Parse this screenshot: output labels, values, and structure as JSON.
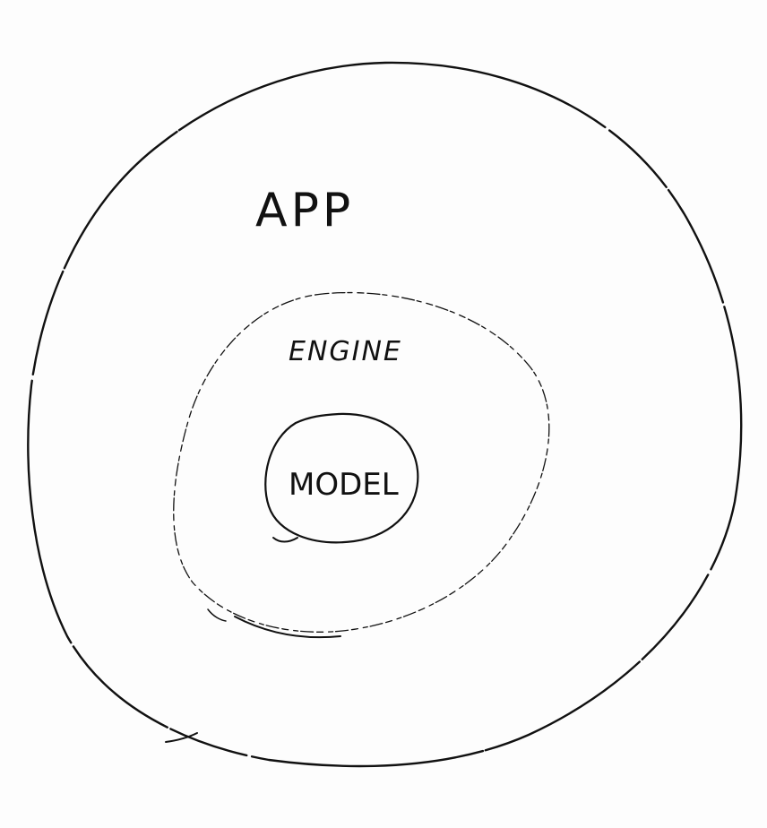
{
  "diagram": {
    "layers": [
      {
        "id": "outer",
        "label": "APP"
      },
      {
        "id": "middle",
        "label": "ENGINE"
      },
      {
        "id": "inner",
        "label": "MODEL"
      }
    ]
  }
}
